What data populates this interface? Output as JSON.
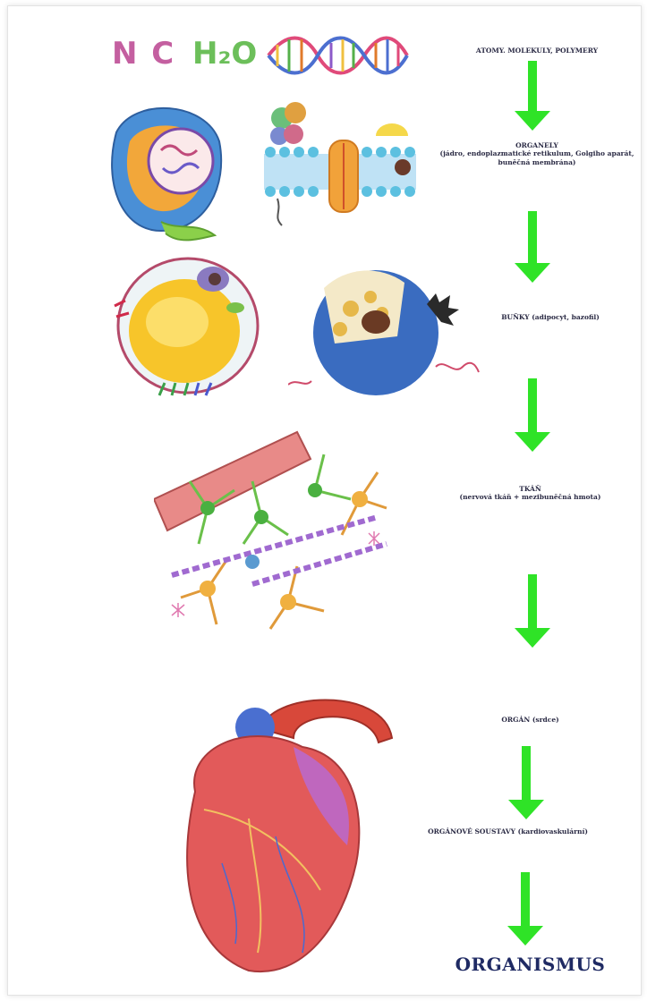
{
  "levels": [
    {
      "title": "ATOMY. MOLEKULY, POLYMERY",
      "detail": ""
    },
    {
      "title": "ORGANELY",
      "detail": "(jádro, endoplazmatické retikulum, Golgiho aparát, buněčná membrána)"
    },
    {
      "title": "BUŇKY",
      "detail": "(adipocyt, bazofil)"
    },
    {
      "title": "TKÁŇ",
      "detail": "(nervová tkáň + mezibuněčná hmota)"
    },
    {
      "title": "ORGÁN",
      "detail": "(srdce)"
    },
    {
      "title": "ORGÁNOVÉ SOUSTAVY",
      "detail": "(kardiovaskulární)"
    },
    {
      "title": "ORGANISMUS",
      "detail": ""
    }
  ],
  "glyphs": {
    "atoms": "N C",
    "water": "H₂O"
  },
  "colors": {
    "arrow": "#2fe327",
    "final_label": "#1f2a63",
    "label": "#2a2a44"
  },
  "icons": [
    "dna-helix-icon",
    "nucleus-illustration",
    "membrane-illustration",
    "fat-cell-illustration",
    "basophil-illustration",
    "nerve-tissue-illustration",
    "heart-illustration"
  ]
}
